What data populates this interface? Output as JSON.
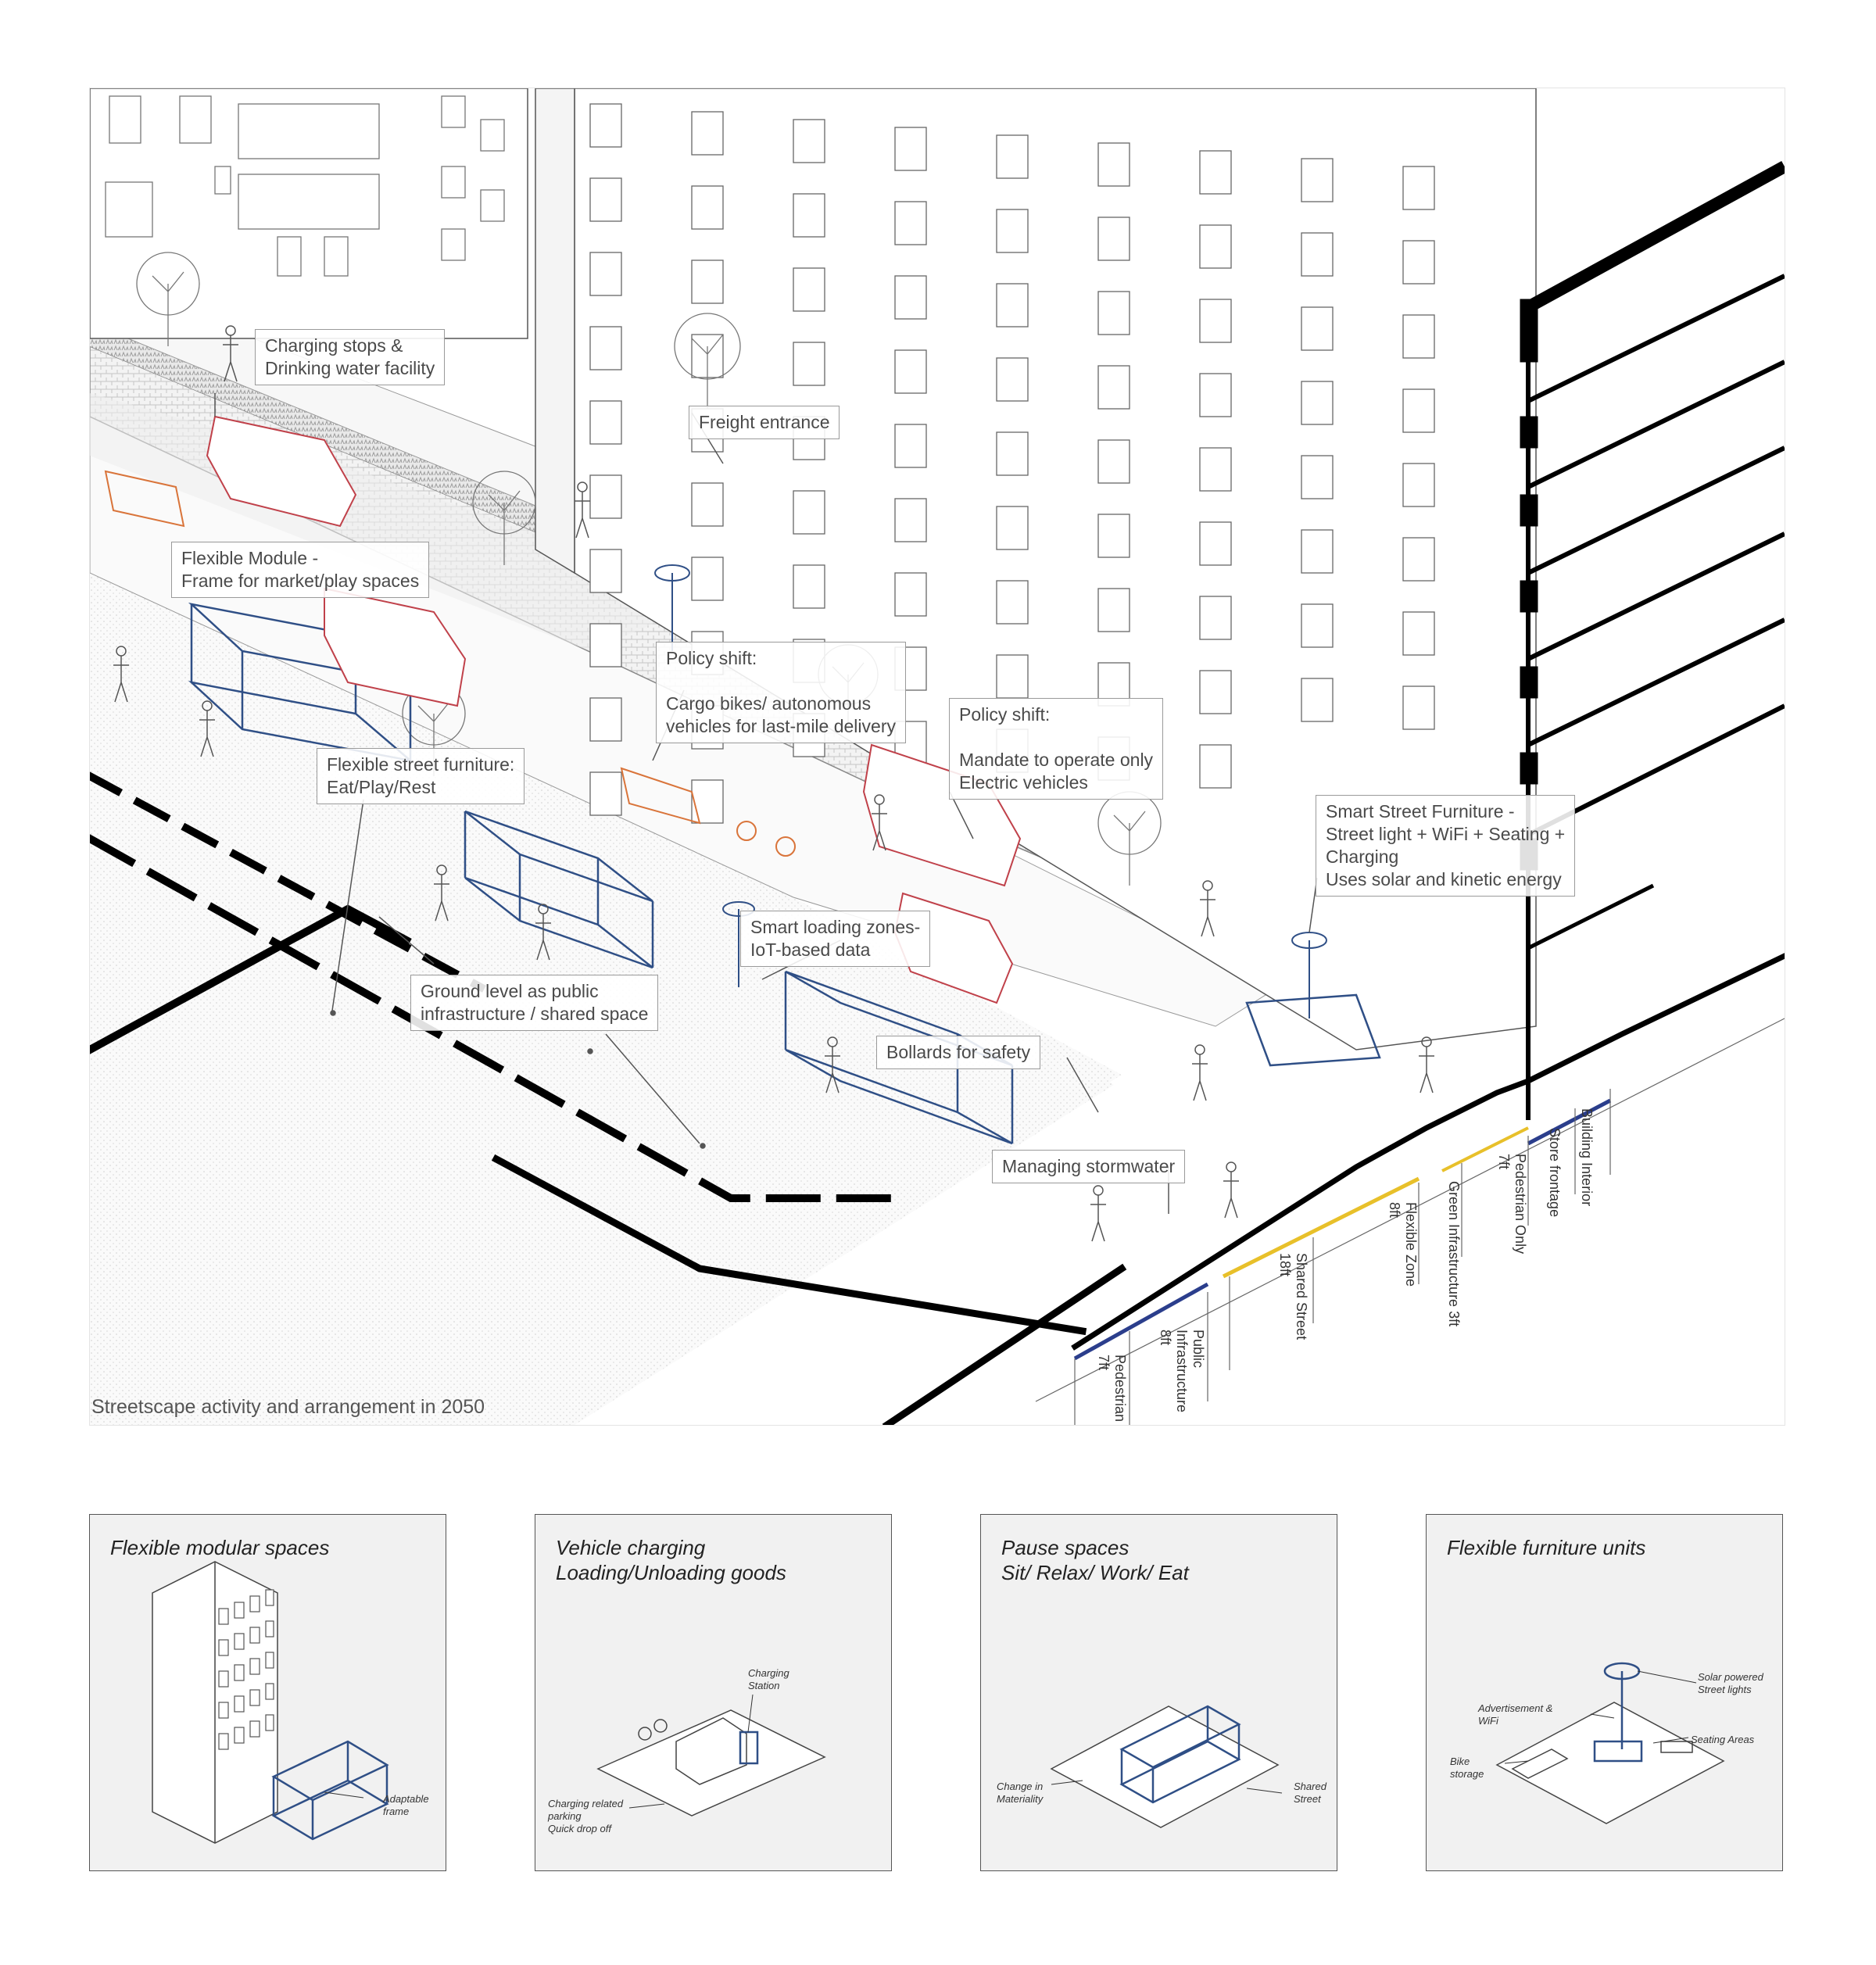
{
  "main": {
    "caption": "Streetscape activity and arrangement in 2050",
    "callouts": {
      "charging_stops": "Charging stops &\nDrinking water facility",
      "freight_entrance": "Freight entrance",
      "flexible_module": "Flexible Module -\nFrame for market/play spaces",
      "policy_shift_cargo": "Policy shift:\n\nCargo bikes/ autonomous\nvehicles for last-mile delivery",
      "policy_shift_electric": "Policy shift:\n\nMandate to operate only\nElectric vehicles",
      "flexible_furniture": "Flexible street furniture:\nEat/Play/Rest",
      "smart_furniture": "Smart Street Furniture -\nStreet light + WiFi + Seating +\nCharging\nUses solar and kinetic energy",
      "smart_loading": "Smart loading zones-\nIoT-based data",
      "ground_level": "Ground level as public\ninfrastructure / shared space",
      "bollards": "Bollards for safety",
      "stormwater": "Managing stormwater"
    },
    "zones": {
      "pedestrian_left": "Pedestrian\n7ft",
      "public_infrastructure": "Public\nInfrastructure\n8ft",
      "shared_street": "Shared Street\n18ft",
      "flexible_zone": "Flexible Zone\n8ft",
      "green_infrastructure": "Green Infrastructure 3ft",
      "pedestrian_right": "Pedestrian Only\n7ft",
      "store_frontage": "Store frontage",
      "building_interior": "Building Interior"
    },
    "colors": {
      "module_blue": "#2f4f86",
      "vehicle_red": "#c0414a",
      "cargo_orange": "#d9743a",
      "zone_yellow": "#e8c02a",
      "zone_navy": "#2b3e8c"
    }
  },
  "panels": [
    {
      "title": "Flexible modular spaces",
      "notes": {
        "frame": "Adaptable\nframe"
      }
    },
    {
      "title": "Vehicle charging\nLoading/Unloading goods",
      "notes": {
        "station": "Charging\nStation",
        "parking": "Charging related\nparking\nQuick drop off"
      }
    },
    {
      "title": "Pause spaces\nSit/ Relax/ Work/ Eat",
      "notes": {
        "materiality": "Change in\nMateriality",
        "shared": "Shared\nStreet"
      }
    },
    {
      "title": "Flexible furniture units",
      "notes": {
        "lights": "Solar powered\nStreet lights",
        "advert": "Advertisement  &\nWiFi",
        "seating": "Seating Areas",
        "bike": "Bike\nstorage"
      }
    }
  ]
}
